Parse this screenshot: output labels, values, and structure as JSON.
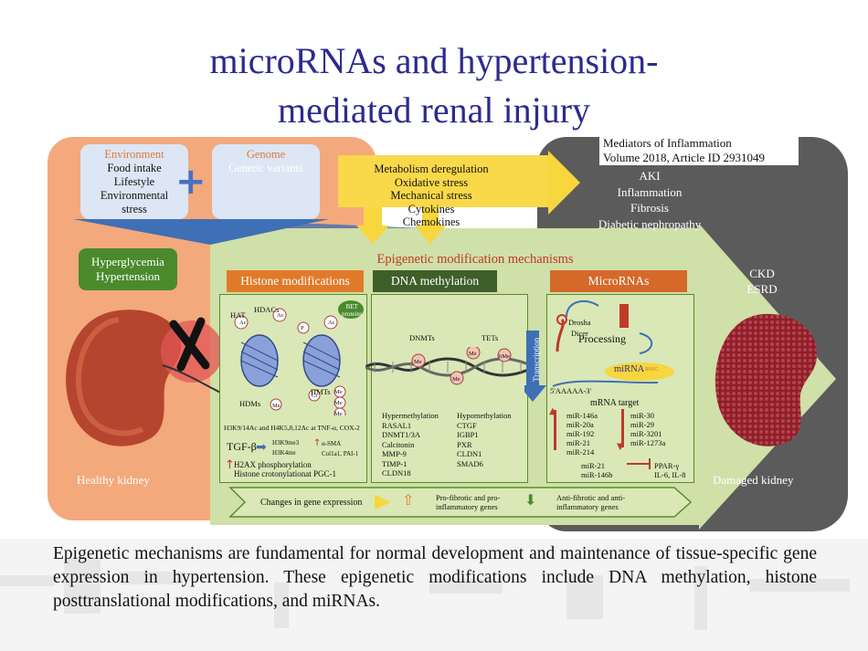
{
  "title": {
    "line1": "microRNAs and hypertension-",
    "line2": "mediated renal injury"
  },
  "citation": {
    "line1": "Mediators of Inflammation",
    "line2": "Volume 2018, Article ID 2931049"
  },
  "environment": {
    "heading": "Environment",
    "items": [
      "Food intake",
      "Lifestyle",
      "Environmental",
      "stress"
    ]
  },
  "genome": {
    "heading": "Genome",
    "subtext": "Genetic variants"
  },
  "stressors": [
    "Metabolism deregulation",
    "Oxidative stress",
    "Mechanical stress",
    "Cytokines",
    "Chemokines"
  ],
  "outcomes": [
    "AKI",
    "Inflammation",
    "Fibrosis",
    "Diabetic nephropathy"
  ],
  "hyper_label": {
    "line1": "Hyperglycemia",
    "line2": "Hypertension"
  },
  "epi_title": "Epigenetic modification mechanisms",
  "histone": {
    "header": "Histone modifications",
    "hat": "HAT",
    "hdac": "HDACs",
    "bet1": "BET",
    "bet2": "proteins",
    "hdm": "HDMs",
    "hmt": "HMTs",
    "ac": "Ac",
    "p": "P",
    "me": "Me",
    "cr": "Cr",
    "marks": "H3K9/14Ac and H4K5,8,12Ac at TNF-α, COX-2",
    "tgf": "TGF-β",
    "k9": "H3K9me3",
    "k4": "H3K4me",
    "sma": "α-SMA",
    "col": "Col1a1, PAI-1",
    "h2ax": "H2AX phosphorylation",
    "croton": "Histone crotonylationat PGC-1"
  },
  "dna": {
    "header": "DNA methylation",
    "dnmts": "DNMTs",
    "tets": "TETs",
    "me": "Me",
    "hm": "hMe",
    "hyper_head": "Hypermethylation",
    "hyper_genes": [
      "RASAL1",
      "DNMT1/3A",
      "Calcitonin",
      "MMP-9",
      "TIMP-1",
      "CLDN18"
    ],
    "hypo_head": "Hypomethylation",
    "hypo_genes": [
      "CTGF",
      "IGBP1",
      "PXR",
      "CLDN1",
      "SMAD6"
    ]
  },
  "transcription": "Transcription",
  "mirna": {
    "header": "MicroRNAs",
    "drosha": "Drosha",
    "dicer": "Dicer",
    "processing": "Processing",
    "mirna_label": "miRNA",
    "risc": "RISC",
    "polya": "5'AAAAA-3'",
    "target": "mRNA target",
    "up_list": [
      "miR-146a",
      "miR-20a",
      "miR-192",
      "miR-21",
      "miR-214"
    ],
    "down_list": [
      "miR-30",
      "miR-29",
      "miR-3201",
      "miR-1273a"
    ],
    "inhib_mirs": [
      "miR-21",
      "miR-146b"
    ],
    "inhib_targets": [
      "PPAR-γ",
      "IL-6, IL-8"
    ]
  },
  "ckd": {
    "line1": "CKD",
    "line2": "ESRD"
  },
  "healthy_kidney": "Healthy kidney",
  "damaged_kidney": "Damaged kidney",
  "gene_expr": {
    "label": "Changes in gene expression",
    "pro1": "Pro-fibrotic and pro-",
    "pro2": "inflammatory genes",
    "anti1": "Anti-fibrotic and anti-",
    "anti2": "inflammatory genes"
  },
  "caption": "Epigenetic mechanisms are fundamental for normal development and maintenance of tissue-specific gene expression in hypertension. These epigenetic modifications include DNA methylation, histone posttranslational modifications, and miRNAs.",
  "colors": {
    "title": "#2d2a8e",
    "orange_panel": "#f3a97b",
    "green_panel": "#cfe0a8",
    "gray_panel": "#5b5b5b",
    "stress_yellow": "#f7d63e",
    "histone_header": "#e07a2a",
    "dna_header": "#3f5f2a",
    "mirna_header": "#d4692a"
  }
}
